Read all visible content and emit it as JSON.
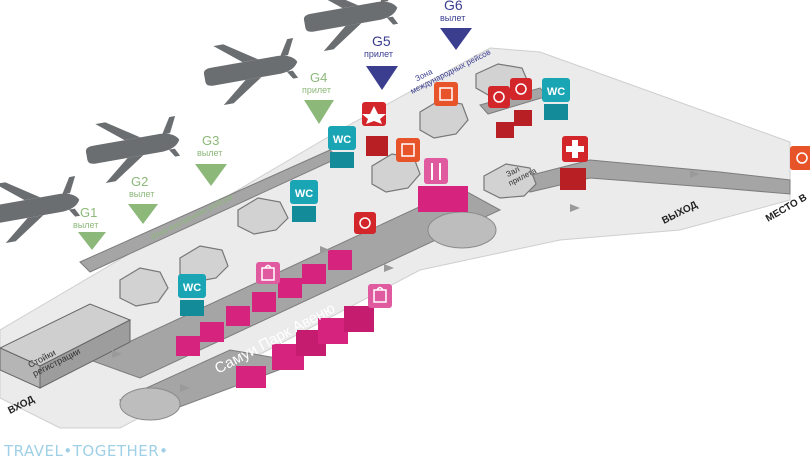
{
  "colors": {
    "floor": "#ebebeb",
    "floor_edge": "#cfcfcf",
    "corridor": "#a5a5a5",
    "corridor_edge": "#7d7d7d",
    "plane": "#6a6e70",
    "domestic": "#8cb87a",
    "international": "#3b3e8f",
    "shop": "#d6247e",
    "wc": "#1aa5b5",
    "food": "#e0457f",
    "service": "#e8542a",
    "medical": "#d2262b"
  },
  "gates": [
    {
      "code": "G1",
      "type": "вылет",
      "zone": "domestic"
    },
    {
      "code": "G2",
      "type": "вылет",
      "zone": "domestic"
    },
    {
      "code": "G3",
      "type": "вылет",
      "zone": "domestic"
    },
    {
      "code": "G4",
      "type": "прилет",
      "zone": "domestic"
    },
    {
      "code": "G5",
      "type": "прилет",
      "zone": "international"
    },
    {
      "code": "G6",
      "type": "вылет",
      "zone": "international"
    }
  ],
  "zones": {
    "domestic": "Зона внутренних рейсов",
    "international_line1": "Зона",
    "international_line2": "международных рейсов"
  },
  "labels": {
    "avenue": "Самуи Парк Авеню",
    "entrance": "ВХОД",
    "exit": "ВЫХОД",
    "registration_line1": "Стойки",
    "registration_line2": "регистрации",
    "baggage_line1": "Зал",
    "baggage_line2": "прилета",
    "place": "МЕСТО В",
    "wc": "WC"
  },
  "watermark": "TRAVEL•TOGETHER•"
}
